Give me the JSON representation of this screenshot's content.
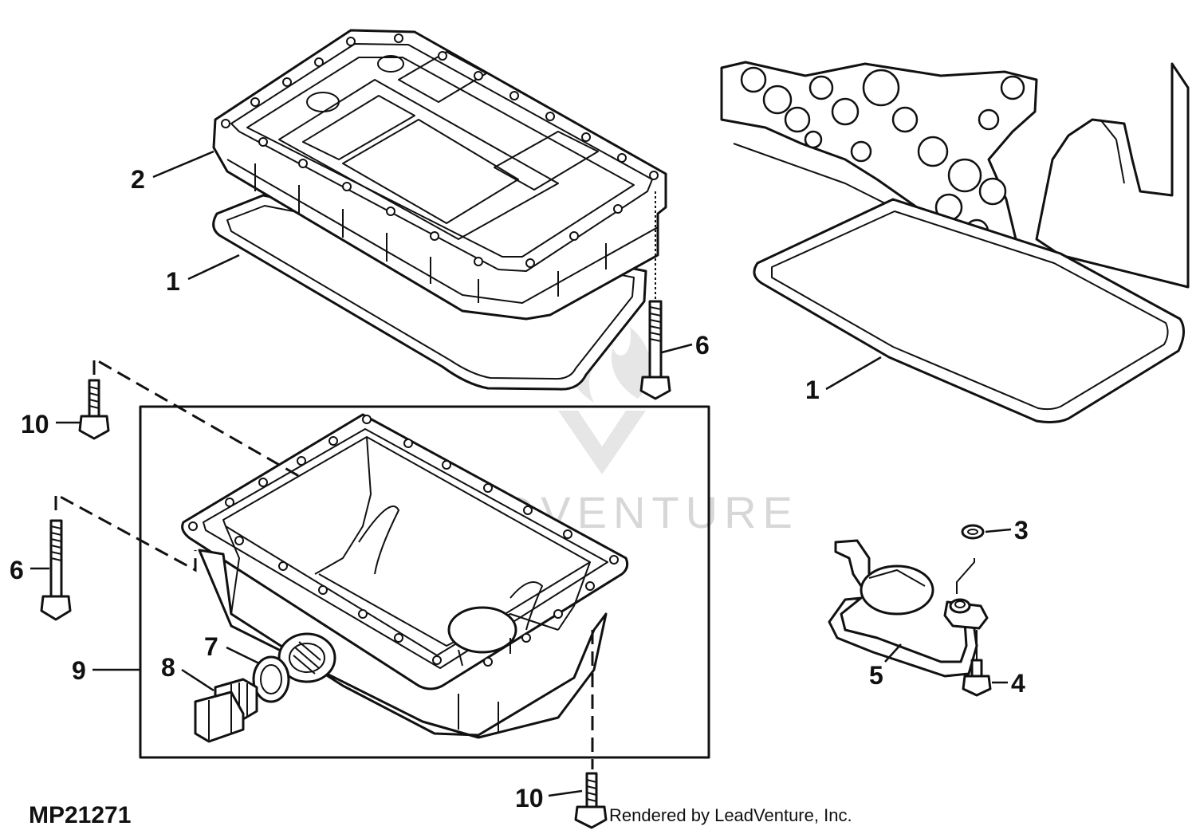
{
  "figure_id": "MP21271",
  "credit": "Rendered by LeadVenture, Inc.",
  "watermark": "LEADVENTURE",
  "callouts": {
    "gasket_left": "1",
    "gasket_right": "1",
    "upper_pan": "2",
    "seal_ring": "3",
    "tube_cap_screw": "4",
    "pickup_tube": "5",
    "stud_upper": "6",
    "stud_left": "6",
    "drain_washer": "7",
    "drain_plug": "8",
    "oil_pan_assembly": "9",
    "cap_screw_left": "10",
    "cap_screw_bottom": "10"
  }
}
